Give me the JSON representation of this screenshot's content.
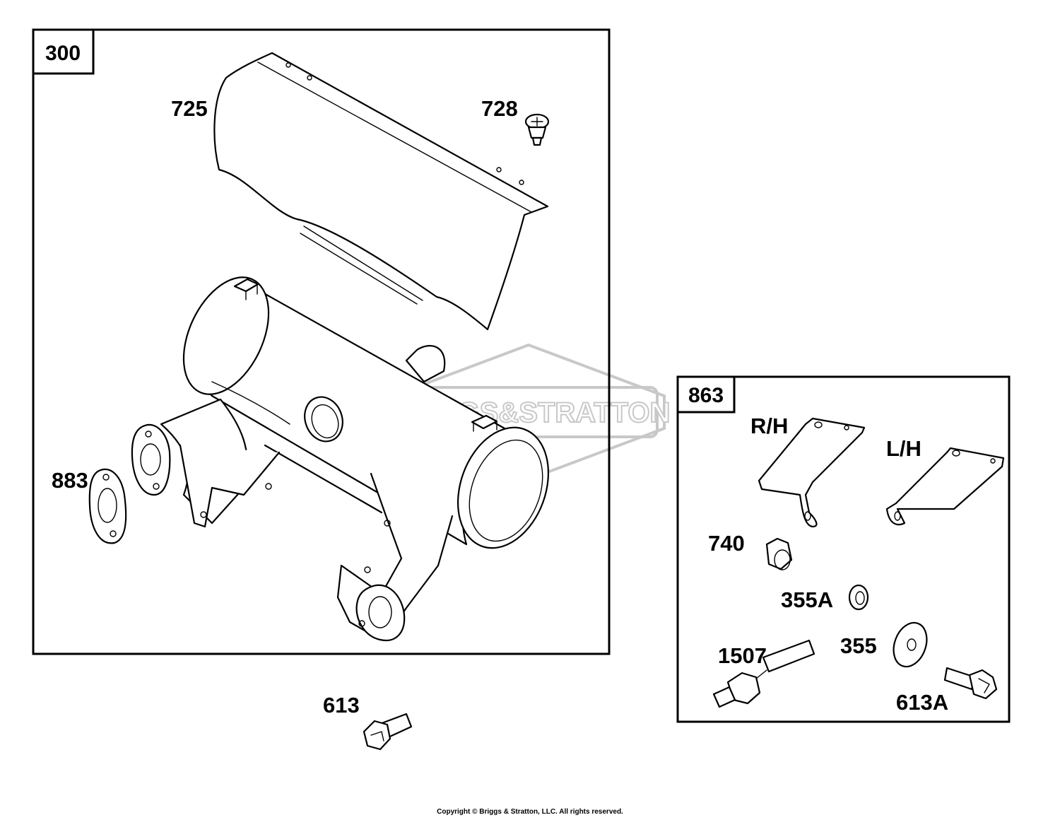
{
  "watermark": {
    "logo_text": "BRIGGS&STRATTON"
  },
  "groups": [
    {
      "id": "300",
      "label": "300"
    },
    {
      "id": "863",
      "label": "863"
    }
  ],
  "callouts": {
    "p725": "725",
    "p728": "728",
    "p883": "883",
    "p613": "613",
    "rh": "R/H",
    "lh": "L/H",
    "p740": "740",
    "p355A": "355A",
    "p1507": "1507",
    "p355": "355",
    "p613A": "613A"
  },
  "footer": {
    "copyright": "Copyright © Briggs & Stratton, LLC. All rights reserved."
  }
}
